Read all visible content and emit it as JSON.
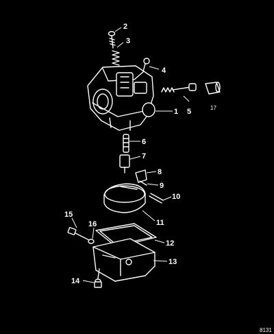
{
  "diagram": {
    "figure_number": "8131",
    "parts": [
      {
        "id": "2",
        "label": "2"
      },
      {
        "id": "3",
        "label": "3"
      },
      {
        "id": "4",
        "label": "4"
      },
      {
        "id": "5",
        "label": "5"
      },
      {
        "id": "1",
        "label": "1"
      },
      {
        "id": "17",
        "label": "17"
      },
      {
        "id": "6",
        "label": "6"
      },
      {
        "id": "7",
        "label": "7"
      },
      {
        "id": "8",
        "label": "8"
      },
      {
        "id": "9",
        "label": "9"
      },
      {
        "id": "10",
        "label": "10"
      },
      {
        "id": "11",
        "label": "11"
      },
      {
        "id": "15",
        "label": "15"
      },
      {
        "id": "16",
        "label": "16"
      },
      {
        "id": "12",
        "label": "12"
      },
      {
        "id": "13",
        "label": "13"
      },
      {
        "id": "14",
        "label": "14"
      }
    ]
  }
}
